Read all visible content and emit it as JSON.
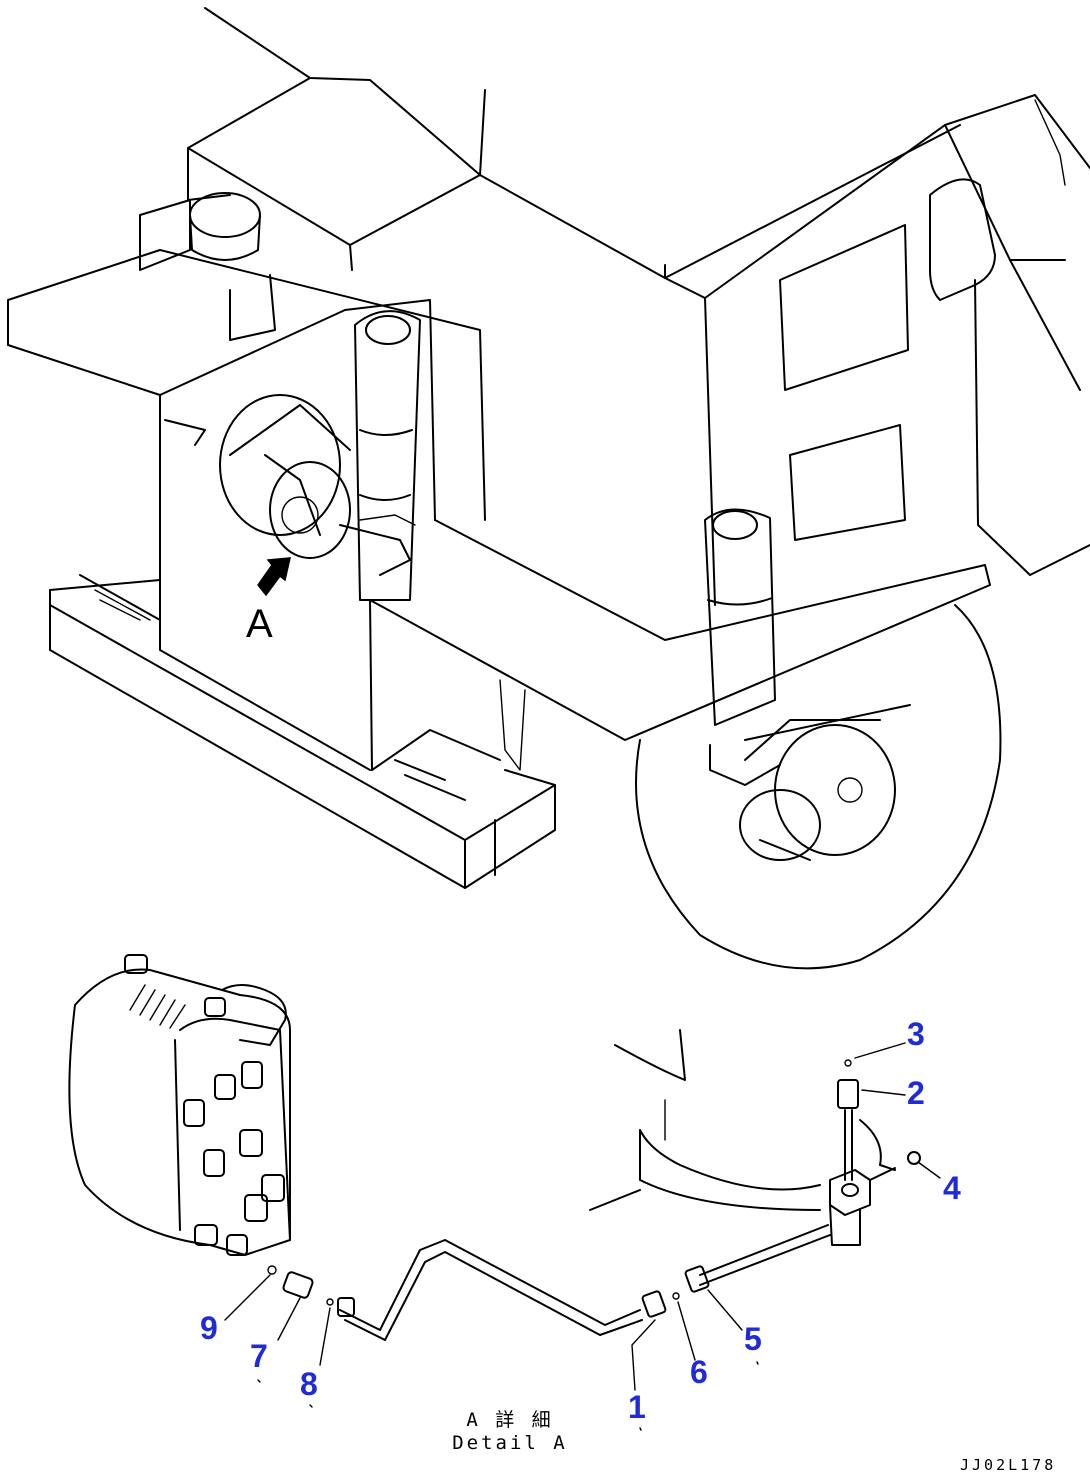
{
  "view_label": "A",
  "detail_caption": {
    "line1": "A 詳 細",
    "line2": "Detail A"
  },
  "drawing_number": "JJ02L178",
  "callouts": [
    {
      "id": "1",
      "label": "1"
    },
    {
      "id": "2",
      "label": "2"
    },
    {
      "id": "3",
      "label": "3"
    },
    {
      "id": "4",
      "label": "4"
    },
    {
      "id": "5",
      "label": "5"
    },
    {
      "id": "6",
      "label": "6"
    },
    {
      "id": "7",
      "label": "7"
    },
    {
      "id": "8",
      "label": "8"
    },
    {
      "id": "9",
      "label": "9"
    }
  ],
  "colors": {
    "callout": "#1f2bd6",
    "line": "#000000",
    "background": "#ffffff"
  }
}
